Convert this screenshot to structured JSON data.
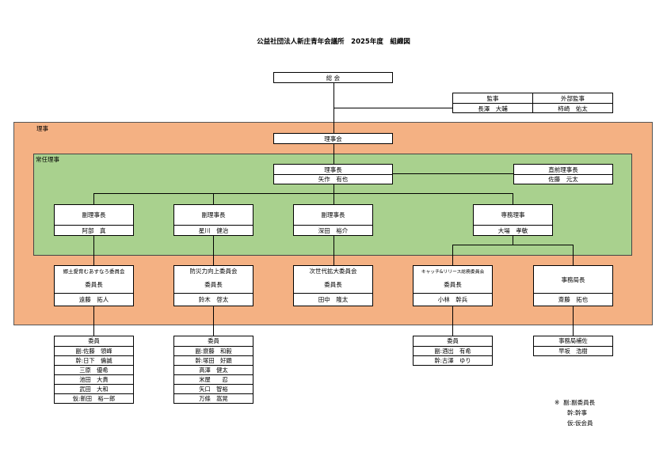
{
  "title": "公益社団法人新庄青年会議所　2025年度　組織図",
  "general_assembly": "総 会",
  "auditors": [
    {
      "role": "監事",
      "name": "長澤　大輔"
    },
    {
      "role": "外部監事",
      "name": "柿崎　佑太"
    }
  ],
  "region_directors_label": "理事",
  "board": "理事会",
  "region_standing_label": "常任理事",
  "president": {
    "role": "理事長",
    "name": "矢作　有也"
  },
  "past_president": {
    "role": "直前理事長",
    "name": "佐藤　元太"
  },
  "officers": [
    {
      "role": "副理事長",
      "name": "阿部　真"
    },
    {
      "role": "副理事長",
      "name": "星川　健治"
    },
    {
      "role": "副理事長",
      "name": "深田　裕介"
    },
    {
      "role": "専務理事",
      "name": "大場　孝敏"
    }
  ],
  "committees": [
    {
      "name": "郷土愛育むあすなろ委員会",
      "role": "委員長",
      "chair": "遠藤　拓人"
    },
    {
      "name": "防災力向上委員会",
      "role": "委員長",
      "chair": "鈴木　啓太"
    },
    {
      "name": "次世代拡大委員会",
      "role": "委員長",
      "chair": "田中　隆太"
    },
    {
      "name": "キャッチ&リリース総務委員会",
      "role": "委員長",
      "chair": "小林　幹兵"
    }
  ],
  "secretariat": {
    "role": "事務局長",
    "name": "斎藤　拓也"
  },
  "members": [
    {
      "header": "委員",
      "items": [
        "副:佐藤　領峰",
        "幹:日下　倫誠",
        "三原　優希",
        "池田　大貴",
        "武田　大和",
        "仮:新田　裕一郎"
      ]
    },
    {
      "header": "委員",
      "items": [
        "副:齋藤　和毅",
        "幹:塚田　好顕",
        "高澤　健太",
        "米屋　　忍",
        "矢口　智裕",
        "万條　嵩晃"
      ]
    },
    {
      "header": "委員",
      "items": [
        "副:酒出　有希",
        "幹:古澤　ゆり"
      ]
    },
    {
      "header": "事務局補佐",
      "items": [
        "早坂　浩樹"
      ]
    }
  ],
  "legend": {
    "mark": "※",
    "items": [
      "副:副委員長",
      "幹:幹事",
      "仮:仮会員"
    ]
  }
}
